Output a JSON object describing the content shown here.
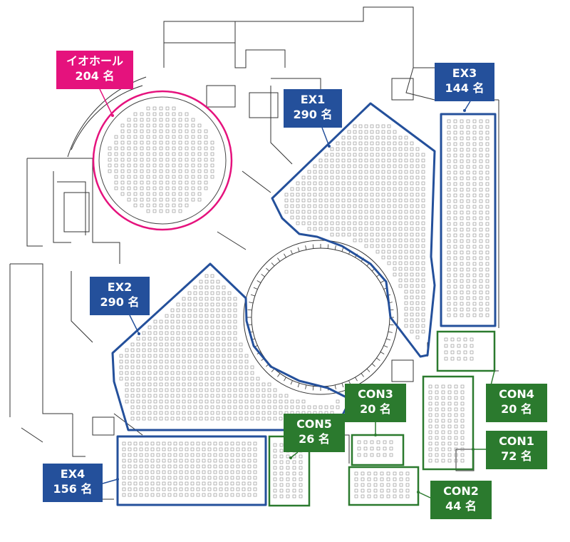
{
  "colors": {
    "blue": "#24509b",
    "green": "#2b7a2e",
    "magenta": "#e5127d",
    "line": "#333333",
    "seat": "#b9b9b9"
  },
  "rooms": {
    "io_hall": {
      "name": "イオホール",
      "capacity": "204 名",
      "color": "#e5127d"
    },
    "ex1": {
      "name": "EX1",
      "capacity": "290 名",
      "color": "#24509b"
    },
    "ex2": {
      "name": "EX2",
      "capacity": "290 名",
      "color": "#24509b"
    },
    "ex3": {
      "name": "EX3",
      "capacity": "144 名",
      "color": "#24509b"
    },
    "ex4": {
      "name": "EX4",
      "capacity": "156 名",
      "color": "#24509b"
    },
    "con1": {
      "name": "CON1",
      "capacity": "72 名",
      "color": "#2b7a2e"
    },
    "con2": {
      "name": "CON2",
      "capacity": "44 名",
      "color": "#2b7a2e"
    },
    "con3": {
      "name": "CON3",
      "capacity": "20 名",
      "color": "#2b7a2e"
    },
    "con4": {
      "name": "CON4",
      "capacity": "20 名",
      "color": "#2b7a2e"
    },
    "con5": {
      "name": "CON5",
      "capacity": "26 名",
      "color": "#2b7a2e"
    }
  }
}
